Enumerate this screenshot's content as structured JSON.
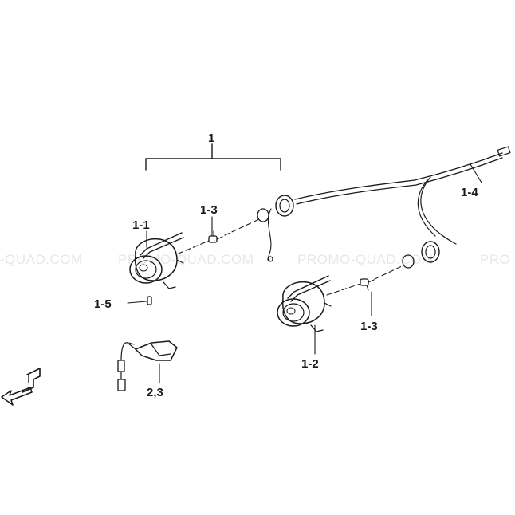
{
  "watermark": {
    "text_1": "-QUAD.COM",
    "text_2": "PROMO-QUAD.COM",
    "text_3": "PROMO-QUAD.COM",
    "text_4": "PRO"
  },
  "callouts": {
    "assembly": "1",
    "left_lamp": "1-1",
    "right_lamp": "1-2",
    "bulb_left": "1-3",
    "bulb_right": "1-3",
    "harness": "1-4",
    "screw": "1-5",
    "switch": "2,3"
  },
  "icons": [
    "fog-lamp-icon",
    "bulb-icon",
    "grommet-icon",
    "wire-harness-icon",
    "switch-icon",
    "front-arrow-icon"
  ]
}
